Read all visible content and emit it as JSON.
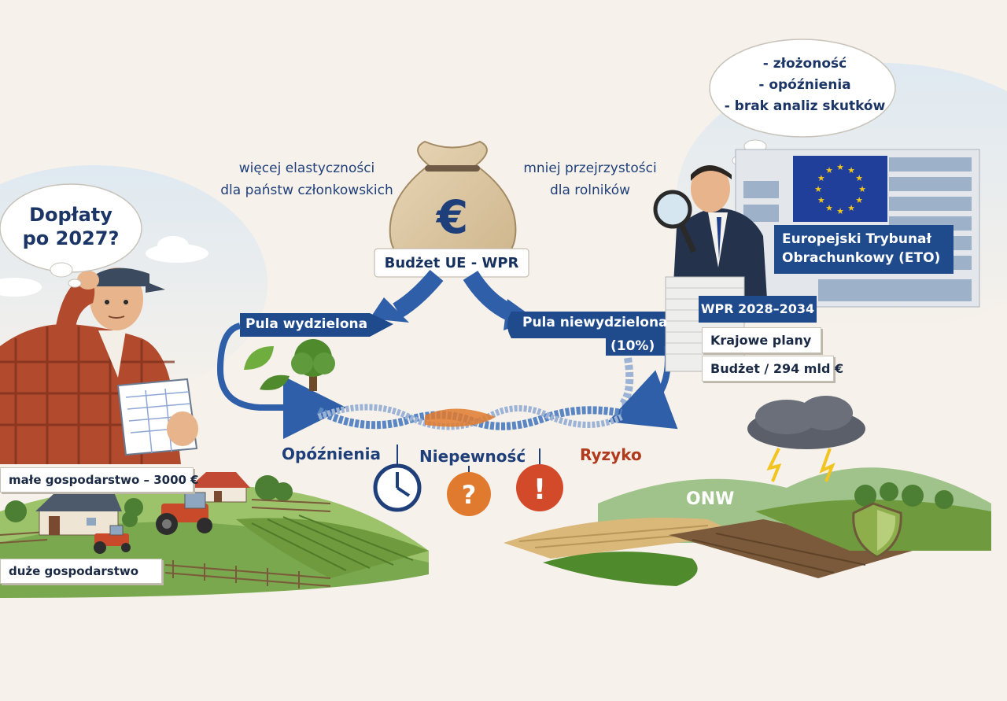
{
  "farmer_question": {
    "line1": "Dopłaty",
    "line2": "po 2027?"
  },
  "auditor_concerns": [
    "- złożoność",
    "- opóźnienia",
    "- brak analiz skutków"
  ],
  "budget_bag": {
    "symbol": "€",
    "label": "Budżet UE - WPR"
  },
  "left_note": {
    "line1": "więcej elastyczności",
    "line2": "dla państw członkowskich"
  },
  "right_note": {
    "line1": "mniej przejrzystości",
    "line2": "dla rolników"
  },
  "flows": {
    "ringfenced": "Pula wydzielona",
    "non_ringfenced": "Pula niewydzielona",
    "non_ringfenced_share": "(10%)"
  },
  "risks": [
    {
      "label": "Opóźnienia",
      "color": "#1f3f7a",
      "icon": "clock-icon"
    },
    {
      "label": "Niepewność",
      "color": "#1f3f7a",
      "icon": "question-icon"
    },
    {
      "label": "Ryzyko",
      "color": "#b23a1c",
      "icon": "exclamation-icon"
    }
  ],
  "auditor": {
    "line1": "Europejski Trybunał",
    "line2": "Obrachunkowy (ETO)"
  },
  "cap_cards": {
    "title": "WPR 2028–2034",
    "plans": "Krajowe plany",
    "budget": "Budżet / 294 mld €"
  },
  "farms": {
    "small": "małe gospodarstwo – 3000 €",
    "large": "duże gospodarstwo"
  },
  "onw_label": "ONW",
  "colors": {
    "navy": "#1f4a8c",
    "orange": "#e07a2e",
    "red": "#d24a2a",
    "green": "#5f9a3c"
  }
}
